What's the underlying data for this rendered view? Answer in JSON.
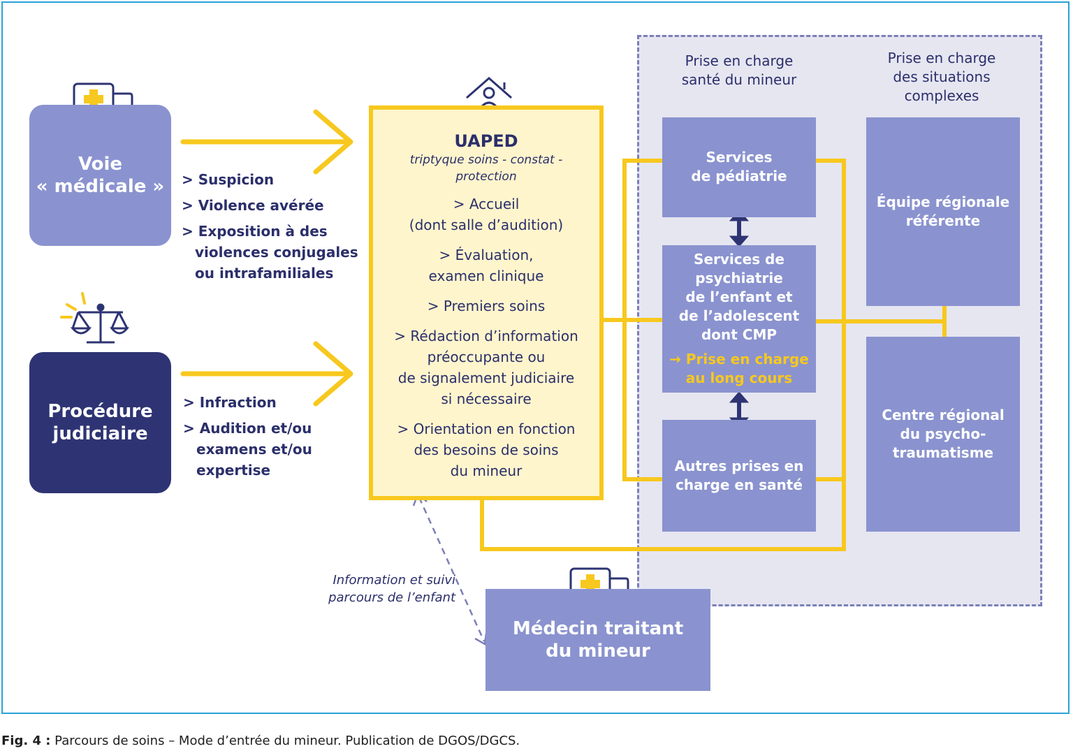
{
  "voie": {
    "line1": "Voie",
    "line2": "« médicale »"
  },
  "voie_items": [
    "> Suspicion",
    "> Violence avérée",
    "> Exposition à des",
    "violences conjugales",
    "ou intrafamiliales"
  ],
  "procedure": {
    "line1": "Procédure",
    "line2": "judiciaire"
  },
  "procedure_items": [
    "> Infraction",
    "> Audition et/ou",
    "examens et/ou",
    "expertise"
  ],
  "uaped": {
    "title": "UAPED",
    "subtitle1": "triptyque soins - constat -",
    "subtitle2": "protection",
    "items": [
      [
        "> Accueil",
        "(dont salle d’audition)"
      ],
      [
        "> Évaluation,",
        "examen clinique"
      ],
      [
        "> Premiers soins"
      ],
      [
        "> Rédaction d’information",
        "préoccupante ou",
        "de signalement judiciaire",
        "si nécessaire"
      ],
      [
        "> Orientation en fonction",
        "des besoins de soins",
        "du mineur"
      ]
    ]
  },
  "col1_head": [
    "Prise en charge",
    "santé du mineur"
  ],
  "col2_head": [
    "Prise en charge",
    "des situations",
    "complexes"
  ],
  "pediatrie": [
    "Services",
    "de pédiatrie"
  ],
  "psychiatrie": [
    "Services de",
    "psychiatrie",
    "de l’enfant et",
    "de l’adolescent",
    "dont CMP"
  ],
  "psychiatrie_highlight": [
    "→ Prise en charge",
    "au long cours"
  ],
  "autres": [
    "Autres prises en",
    "charge en santé"
  ],
  "equipe": [
    "Équipe régionale",
    "référente"
  ],
  "centre": [
    "Centre régional",
    "du psycho-",
    "traumatisme"
  ],
  "info": [
    "Information et suivi",
    "parcours de l’enfant"
  ],
  "medecin": [
    "Médecin traitant",
    "du mineur"
  ],
  "caption": {
    "label": "Fig. 4 :",
    "text": " Parcours de soins – Mode d’entrée du mineur. Publication de DGOS/DGCS."
  },
  "colors": {
    "yellow": "#f7c81e",
    "navy": "#2e3473",
    "periwinkle": "#8a93cf",
    "light": "#e6e6f1",
    "cream": "#fff5cc"
  },
  "icons": [
    "medical-chat-icon",
    "scales-of-justice-icon",
    "house-person-icon",
    "double-arrow-icon"
  ]
}
